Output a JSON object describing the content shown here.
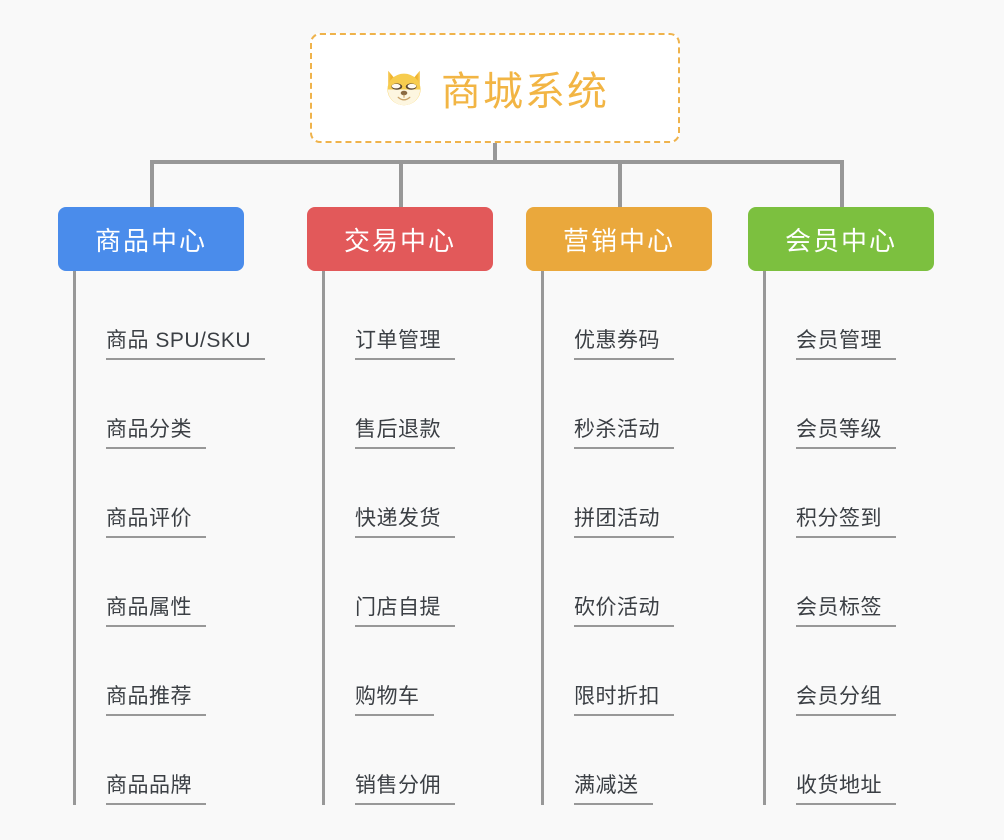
{
  "root": {
    "icon": "dog-face-icon",
    "title": "商城系统",
    "accent_color": "#f2b544",
    "border_color": "#efb34c",
    "background": "#ffffff"
  },
  "canvas": {
    "background": "#f9f9f9",
    "connector_color": "#989898"
  },
  "branches": [
    {
      "id": "product-center",
      "label": "商品中心",
      "color": "#4a8ceb",
      "items": [
        {
          "label": "商品 SPU/SKU"
        },
        {
          "label": "商品分类"
        },
        {
          "label": "商品评价"
        },
        {
          "label": "商品属性"
        },
        {
          "label": "商品推荐"
        },
        {
          "label": "商品品牌"
        }
      ]
    },
    {
      "id": "trade-center",
      "label": "交易中心",
      "color": "#e2595a",
      "items": [
        {
          "label": "订单管理"
        },
        {
          "label": "售后退款"
        },
        {
          "label": "快递发货"
        },
        {
          "label": "门店自提"
        },
        {
          "label": "购物车"
        },
        {
          "label": "销售分佣"
        }
      ]
    },
    {
      "id": "marketing-center",
      "label": "营销中心",
      "color": "#eaa83c",
      "items": [
        {
          "label": "优惠券码"
        },
        {
          "label": "秒杀活动"
        },
        {
          "label": "拼团活动"
        },
        {
          "label": "砍价活动"
        },
        {
          "label": "限时折扣"
        },
        {
          "label": "满减送"
        }
      ]
    },
    {
      "id": "member-center",
      "label": "会员中心",
      "color": "#7cc03f",
      "items": [
        {
          "label": "会员管理"
        },
        {
          "label": "会员等级"
        },
        {
          "label": "积分签到"
        },
        {
          "label": "会员标签"
        },
        {
          "label": "会员分组"
        },
        {
          "label": "收货地址"
        }
      ]
    }
  ]
}
